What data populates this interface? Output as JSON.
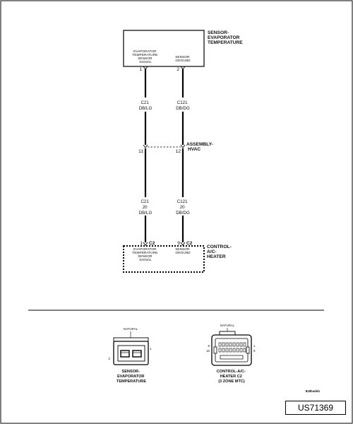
{
  "sensor": {
    "title_lines": [
      "SENSOR-",
      "EVAPORATOR",
      "TEMPERATURE"
    ],
    "pin1_lines": [
      "EVAPORATOR",
      "TEMPERATURE",
      "SENSOR",
      "SIGNAL"
    ],
    "pin2_lines": [
      "SENSOR",
      "GROUND"
    ],
    "pin1": "1",
    "pin2": "2"
  },
  "wires": {
    "upper_left": [
      "C21",
      "DB/LG"
    ],
    "upper_right": [
      "C121",
      "DB/DG"
    ],
    "lower_left": [
      "C21",
      "20",
      "DB/LG"
    ],
    "lower_right": [
      "C121",
      "20",
      "DB/DG"
    ]
  },
  "assembly": {
    "title_lines": [
      "ASSEMBLY-",
      "HVAC"
    ],
    "pin_left": "11",
    "pin_right": "12"
  },
  "control": {
    "title_lines": [
      "CONTROL-",
      "A/C-",
      "HEATER"
    ],
    "pin_left": "1",
    "pin_right": "9",
    "connector_left": "C2",
    "connector_right": "C2",
    "pin1_lines": [
      "EVAPORATOR",
      "TEMPERATURE",
      "SENSOR",
      "SIGNAL"
    ],
    "pin9_lines": [
      "SENSOR",
      "GROUND"
    ]
  },
  "connector_views": {
    "sensor": {
      "natural": "NATURAL",
      "pin_left": "2",
      "pin_right": "1",
      "caption_lines": [
        "SENSOR-",
        "EVAPORATOR",
        "TEMPERATURE"
      ]
    },
    "control": {
      "natural": "NATURAL",
      "left_pins": [
        "8",
        "16"
      ],
      "right_pins": [
        "1",
        "9"
      ],
      "caption_lines": [
        "CONTROL-A/C-",
        "HEATER C2",
        "(3 ZONE MTC)"
      ]
    }
  },
  "figure_code": "818badeb",
  "doc_id": "US71369"
}
